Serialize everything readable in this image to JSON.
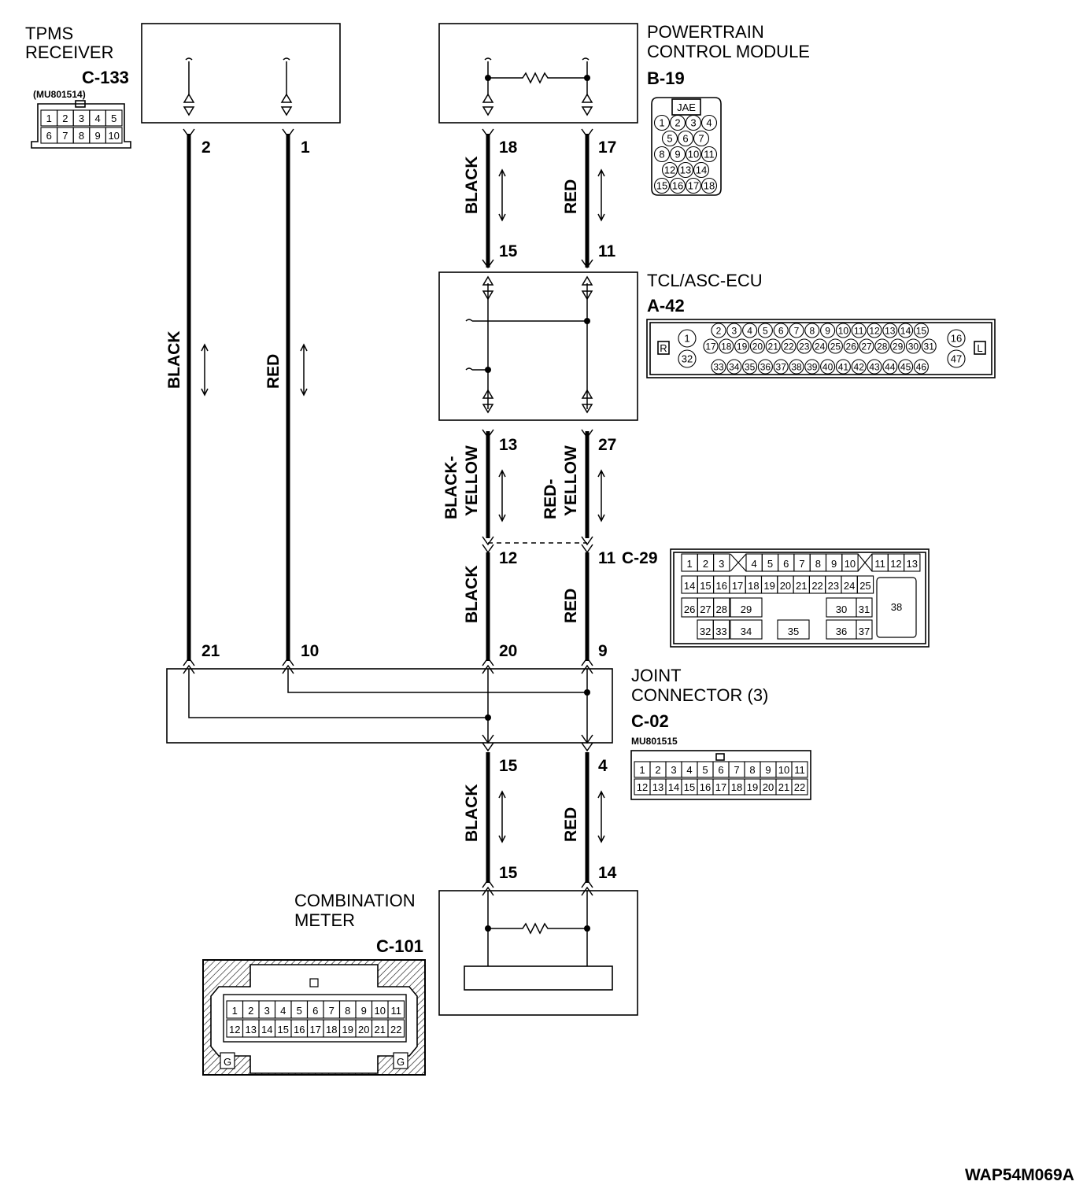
{
  "components": {
    "tpms": {
      "name1": "TPMS",
      "name2": "RECEIVER",
      "connector": "C-133",
      "part": "(MU801514)"
    },
    "pcm": {
      "name1": "POWERTRAIN",
      "name2": "CONTROL MODULE",
      "connector": "B-19",
      "tag": "JAE"
    },
    "tcl": {
      "name": "TCL/ASC-ECU",
      "connector": "A-42",
      "left_tag": "R",
      "right_tag": "L"
    },
    "c29": {
      "connector": "C-29"
    },
    "joint": {
      "name1": "JOINT",
      "name2": "CONNECTOR (3)",
      "connector": "C-02",
      "part": "MU801515"
    },
    "meter": {
      "name1": "COMBINATION",
      "name2": "METER",
      "connector": "C-101",
      "ground": "G"
    }
  },
  "pins": {
    "tpms_2": "2",
    "tpms_1": "1",
    "pcm_18": "18",
    "pcm_17": "17",
    "tcl_15": "15",
    "tcl_11": "11",
    "tcl_13": "13",
    "tcl_27": "27",
    "c29_12": "12",
    "c29_11": "11",
    "joint_21": "21",
    "joint_10": "10",
    "joint_20": "20",
    "joint_9": "9",
    "joint_15": "15",
    "joint_4": "4",
    "meter_15": "15",
    "meter_14": "14"
  },
  "wire_colors": {
    "tpms_left": "BLACK",
    "tpms_right": "RED",
    "pcm_left": "BLACK",
    "pcm_right": "RED",
    "tcl_left_1": "BLACK-",
    "tcl_left_2": "YELLOW",
    "tcl_right_1": "RED-",
    "tcl_right_2": "YELLOW",
    "c29_left": "BLACK",
    "c29_right": "RED",
    "meter_left": "BLACK",
    "meter_right": "RED"
  },
  "connector_faces": {
    "c133": {
      "row1": [
        "1",
        "2",
        "3",
        "4",
        "5"
      ],
      "row2": [
        "6",
        "7",
        "8",
        "9",
        "10"
      ]
    },
    "b19": {
      "row1": [
        "1",
        "2",
        "3",
        "4"
      ],
      "row2": [
        "5",
        "6",
        "7"
      ],
      "row3": [
        "8",
        "9",
        "10",
        "11"
      ],
      "row4": [
        "12",
        "13",
        "14"
      ],
      "row5": [
        "15",
        "16",
        "17",
        "18"
      ]
    },
    "a42": {
      "row1": [
        "2",
        "3",
        "4",
        "5",
        "6",
        "7",
        "8",
        "9",
        "10",
        "11",
        "12",
        "13",
        "14",
        "15"
      ],
      "row2": [
        "17",
        "18",
        "19",
        "20",
        "21",
        "22",
        "23",
        "24",
        "25",
        "26",
        "27",
        "28",
        "29",
        "30",
        "31"
      ],
      "row3": [
        "33",
        "34",
        "35",
        "36",
        "37",
        "38",
        "39",
        "40",
        "41",
        "42",
        "43",
        "44",
        "45",
        "46"
      ],
      "left": [
        "1",
        "32"
      ],
      "right": [
        "16",
        "47"
      ]
    },
    "c29": {
      "row1_left": [
        "1",
        "2",
        "3"
      ],
      "row1_mid": [
        "4",
        "5",
        "6",
        "7",
        "8",
        "9",
        "10"
      ],
      "row1_right": [
        "11",
        "12",
        "13"
      ],
      "row2": [
        "14",
        "15",
        "16",
        "17",
        "18",
        "19",
        "20",
        "21",
        "22",
        "23",
        "24",
        "25"
      ],
      "row3": [
        "26",
        "27",
        "28",
        "29",
        "30",
        "31",
        "38"
      ],
      "row4": [
        "32",
        "33",
        "34",
        "35",
        "36",
        "37"
      ]
    },
    "c02": {
      "row1": [
        "1",
        "2",
        "3",
        "4",
        "5",
        "6",
        "7",
        "8",
        "9",
        "10",
        "11"
      ],
      "row2": [
        "12",
        "13",
        "14",
        "15",
        "16",
        "17",
        "18",
        "19",
        "20",
        "21",
        "22"
      ]
    },
    "c101": {
      "row1": [
        "1",
        "2",
        "3",
        "4",
        "5",
        "6",
        "7",
        "8",
        "9",
        "10",
        "11"
      ],
      "row2": [
        "12",
        "13",
        "14",
        "15",
        "16",
        "17",
        "18",
        "19",
        "20",
        "21",
        "22"
      ]
    }
  },
  "figure_code": "WAP54M069A"
}
